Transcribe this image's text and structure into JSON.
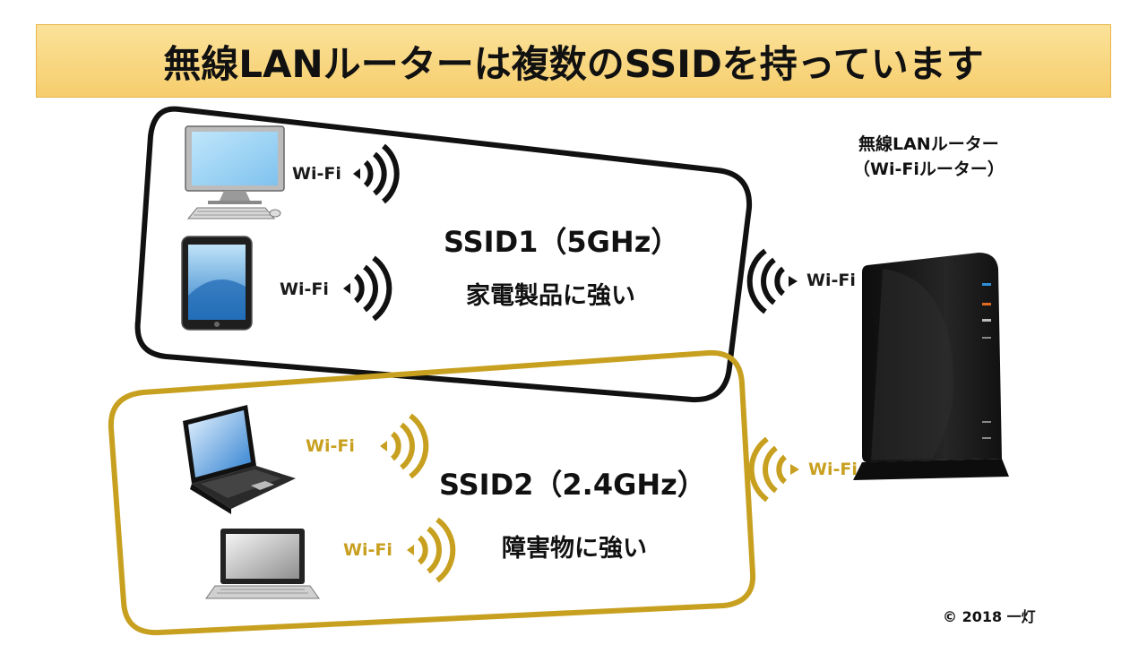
{
  "title": "無線LANルーターは複数のSSIDを持っています",
  "router": {
    "label_line1": "無線LANルーター",
    "label_line2": "（Wi-Fiルーター）"
  },
  "ssid1": {
    "name": "SSID1（5GHz）",
    "feature": "家電製品に強い",
    "color": "#111111"
  },
  "ssid2": {
    "name": "SSID2（2.4GHz）",
    "feature": "障害物に強い",
    "color": "#c8a020"
  },
  "wifi_label": "Wi-Fi",
  "devices": {
    "ssid1": [
      "desktop-pc-icon",
      "tablet-icon"
    ],
    "ssid2": [
      "laptop-icon",
      "laptop-icon"
    ],
    "router": "router-icon"
  },
  "copyright": "© 2018 一灯"
}
